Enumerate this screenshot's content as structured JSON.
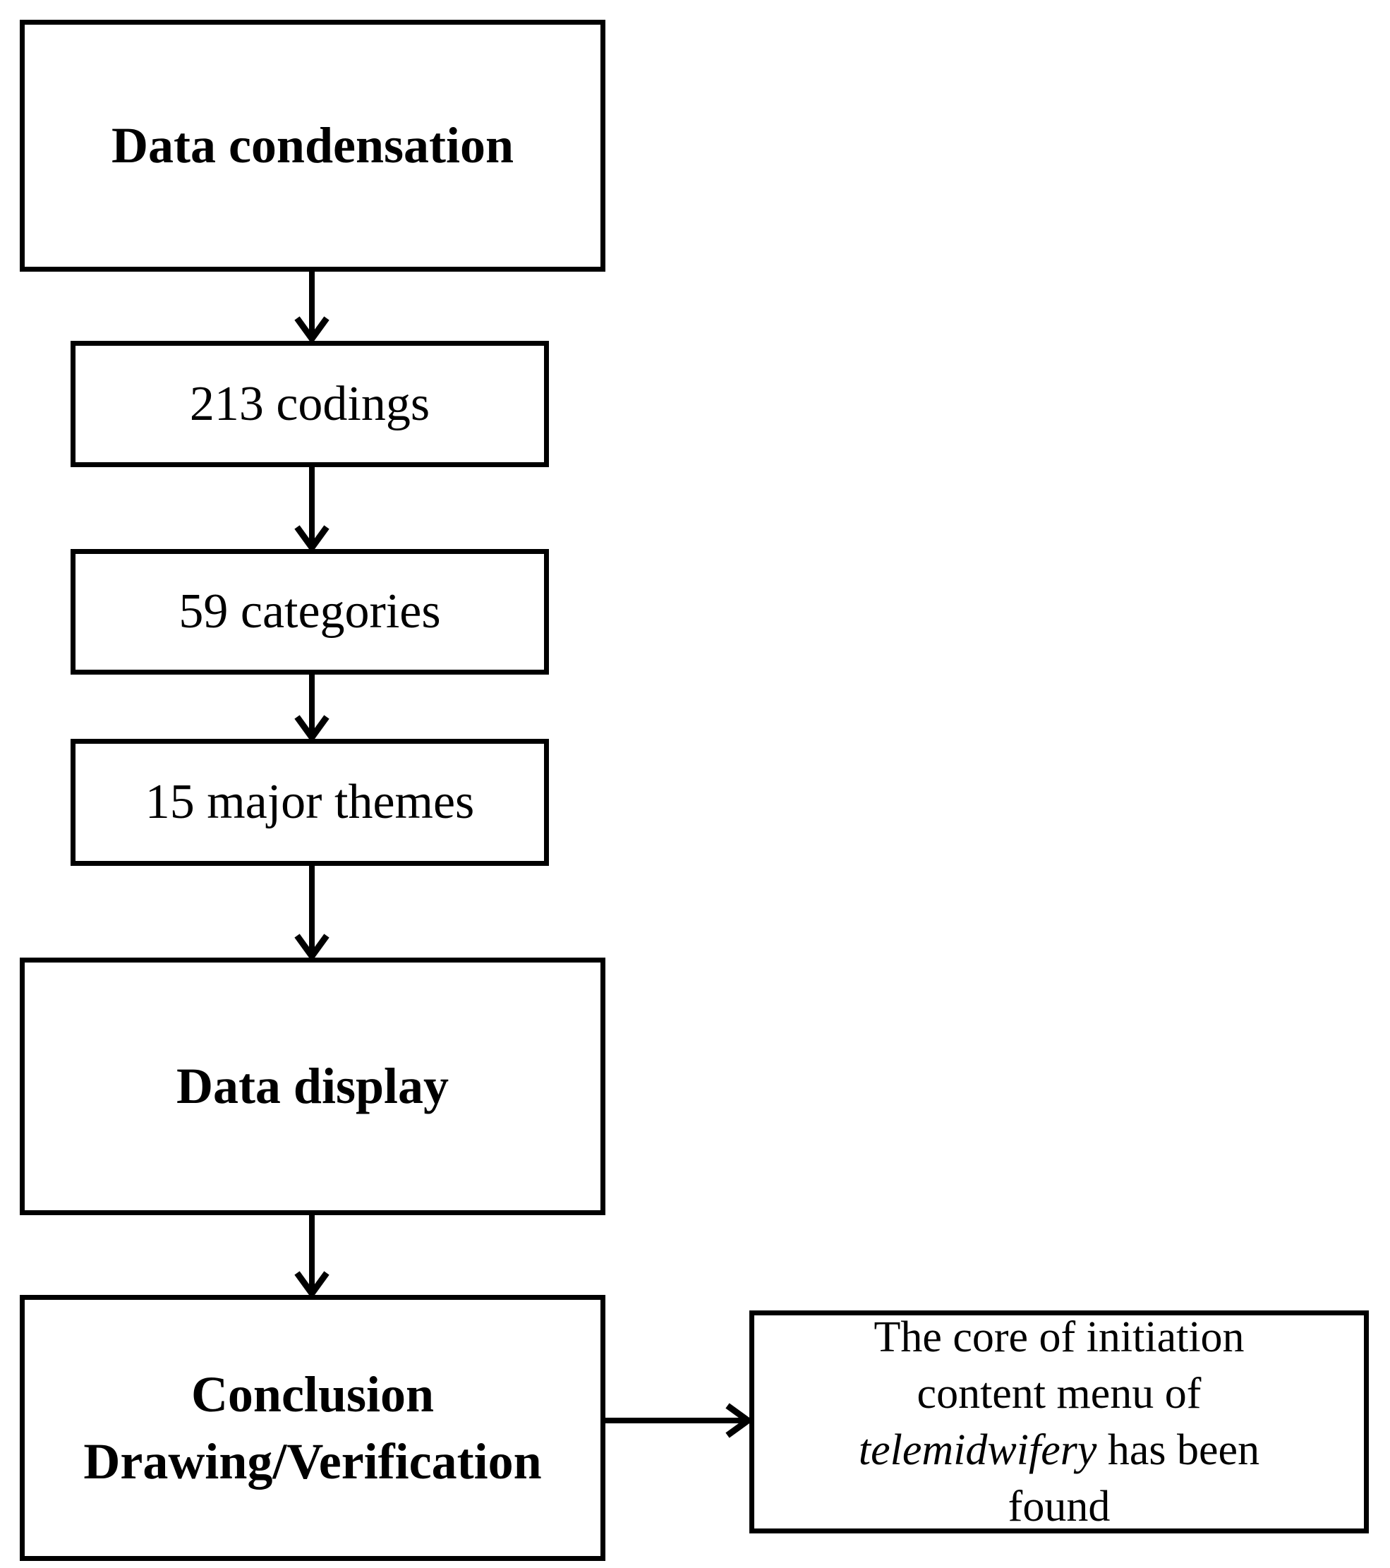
{
  "figure": {
    "type": "flowchart",
    "background_color": "#ffffff",
    "line_color": "#000000"
  },
  "nodes": [
    {
      "id": "data-condensation",
      "label": "Data condensation",
      "style": "bold"
    },
    {
      "id": "codings-count",
      "label": "213 codings",
      "style": "regular"
    },
    {
      "id": "categories-count",
      "label": "59 categories",
      "style": "regular"
    },
    {
      "id": "themes-count",
      "label": "15 major themes",
      "style": "regular"
    },
    {
      "id": "data-display",
      "label": "Data display",
      "style": "bold"
    },
    {
      "id": "conclusion-drawing-verification",
      "label": "Conclusion\nDrawing/Verification",
      "style": "bold"
    },
    {
      "id": "result",
      "style": "regular",
      "text_before_italic": "The core of initiation\ncontent menu of\n",
      "italic_text": "telemidwifery",
      "text_after_italic": " has been\nfound"
    }
  ],
  "edges": [
    {
      "from": "data-condensation",
      "to": "codings-count",
      "direction": "down"
    },
    {
      "from": "codings-count",
      "to": "categories-count",
      "direction": "down"
    },
    {
      "from": "categories-count",
      "to": "themes-count",
      "direction": "down"
    },
    {
      "from": "themes-count",
      "to": "data-display",
      "direction": "down"
    },
    {
      "from": "data-display",
      "to": "conclusion-drawing-verification",
      "direction": "down"
    },
    {
      "from": "conclusion-drawing-verification",
      "to": "result",
      "direction": "right"
    }
  ]
}
